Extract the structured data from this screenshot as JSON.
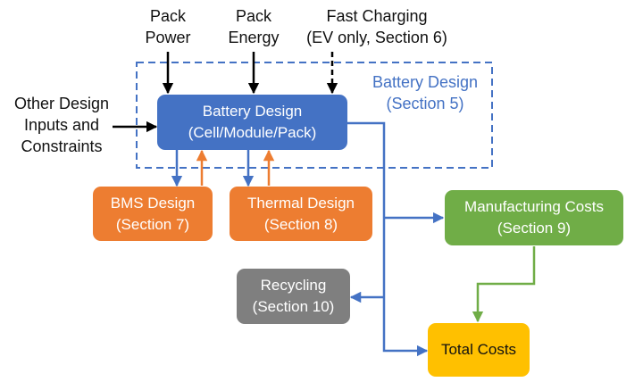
{
  "inputs": {
    "pack_power": [
      "Pack",
      "Power"
    ],
    "pack_energy": [
      "Pack",
      "Energy"
    ],
    "fast_charging": [
      "Fast Charging",
      "(EV only, Section 6)"
    ],
    "other_inputs": [
      "Other Design",
      "Inputs and",
      "Constraints"
    ]
  },
  "group": {
    "label": [
      "Battery Design",
      "(Section 5)"
    ]
  },
  "nodes": {
    "battery_design": {
      "lines": [
        "Battery Design",
        "(Cell/Module/Pack)"
      ],
      "color": "#4472c4"
    },
    "bms_design": {
      "lines": [
        "BMS Design",
        "(Section 7)"
      ],
      "color": "#ed7d31"
    },
    "thermal_design": {
      "lines": [
        "Thermal Design",
        "(Section 8)"
      ],
      "color": "#ed7d31"
    },
    "manufacturing_costs": {
      "lines": [
        "Manufacturing Costs",
        "(Section 9)"
      ],
      "color": "#70ad47"
    },
    "recycling": {
      "lines": [
        "Recycling",
        "(Section 10)"
      ],
      "color": "#7f7f7f"
    },
    "total_costs": {
      "lines": [
        "Total Costs"
      ],
      "color": "#ffc000"
    }
  },
  "colors": {
    "input_arrow": "#000000",
    "flow_blue": "#4472c4",
    "feedback_orange": "#ed7d31",
    "flow_green": "#70ad47",
    "group_border": "#4472c4",
    "group_label": "#4472c4",
    "total_text": "#111111"
  }
}
